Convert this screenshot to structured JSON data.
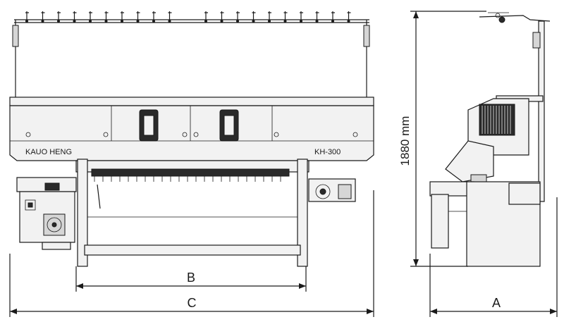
{
  "machine": {
    "brand": "KAUO HENG",
    "model": "KH-300"
  },
  "dimensions": {
    "a_label": "A",
    "b_label": "B",
    "c_label": "C",
    "height_label": "1880 mm"
  },
  "colors": {
    "line": "#1a1a1a",
    "fill": "#f2f2f2",
    "dark": "#2a2a2a"
  }
}
